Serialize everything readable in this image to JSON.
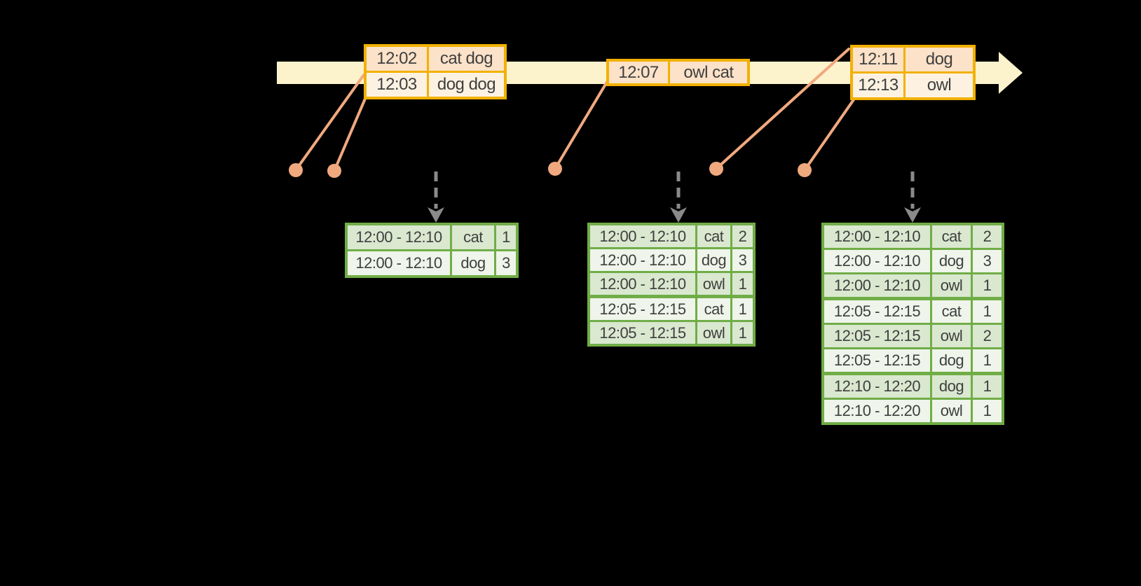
{
  "palette": {
    "background": "#000000",
    "timeline_fill": "#FCF3CD",
    "event_border": "#F2B100",
    "event_row_dark": "#FBE2C8",
    "event_row_light": "#FDF2E2",
    "marker": "#F0A97E",
    "result_border": "#70AD47",
    "result_row_dark": "#DAE8D0",
    "result_row_light": "#EFF5EA",
    "arrow_gray": "#8A8A8A",
    "text": "#3F3F3F"
  },
  "event_tables": [
    {
      "rows": [
        {
          "time": "12:02",
          "words": "cat dog"
        },
        {
          "time": "12:03",
          "words": "dog dog"
        }
      ]
    },
    {
      "rows": [
        {
          "time": "12:07",
          "words": "owl cat"
        }
      ]
    },
    {
      "rows": [
        {
          "time": "12:11",
          "words": "dog"
        },
        {
          "time": "12:13",
          "words": "owl"
        }
      ]
    }
  ],
  "result_tables": [
    {
      "rows": [
        {
          "window": "12:00 - 12:10",
          "word": "cat",
          "count": "1"
        },
        {
          "window": "12:00 - 12:10",
          "word": "dog",
          "count": "3"
        }
      ]
    },
    {
      "rows": [
        {
          "window": "12:00 - 12:10",
          "word": "cat",
          "count": "2"
        },
        {
          "window": "12:00 - 12:10",
          "word": "dog",
          "count": "3"
        },
        {
          "window": "12:00 - 12:10",
          "word": "owl",
          "count": "1"
        },
        {
          "window": "12:05 - 12:15",
          "word": "cat",
          "count": "1"
        },
        {
          "window": "12:05 - 12:15",
          "word": "owl",
          "count": "1"
        }
      ]
    },
    {
      "rows": [
        {
          "window": "12:00 - 12:10",
          "word": "cat",
          "count": "2"
        },
        {
          "window": "12:00 - 12:10",
          "word": "dog",
          "count": "3"
        },
        {
          "window": "12:00 - 12:10",
          "word": "owl",
          "count": "1"
        },
        {
          "window": "12:05 - 12:15",
          "word": "cat",
          "count": "1"
        },
        {
          "window": "12:05 - 12:15",
          "word": "owl",
          "count": "2"
        },
        {
          "window": "12:05 - 12:15",
          "word": "dog",
          "count": "1"
        },
        {
          "window": "12:10 - 12:20",
          "word": "dog",
          "count": "1"
        },
        {
          "window": "12:10 - 12:20",
          "word": "owl",
          "count": "1"
        }
      ]
    }
  ]
}
